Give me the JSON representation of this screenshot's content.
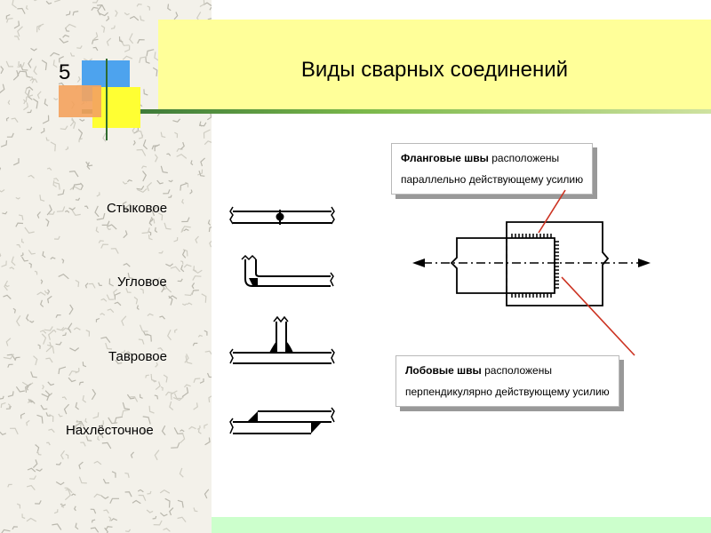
{
  "slide": {
    "title": "Виды сварных соединений",
    "number": "5"
  },
  "joints": [
    {
      "label": "Стыковое"
    },
    {
      "label": "Угловое"
    },
    {
      "label": "Тавровое"
    },
    {
      "label": "Нахлёсточное"
    }
  ],
  "callouts": {
    "flank": {
      "bold": "Фланговые швы",
      "rest": " расположены",
      "line2": "параллельно действующему усилию"
    },
    "frontal": {
      "bold": "Лобовые швы",
      "rest": " расположены",
      "line2": "перпендикулярно действующему усилию"
    }
  },
  "colors": {
    "title_band": "#ffff99",
    "accent_green": "#2e6b35",
    "bottom_band": "#ccffcc",
    "leader_line": "#cc3322"
  }
}
